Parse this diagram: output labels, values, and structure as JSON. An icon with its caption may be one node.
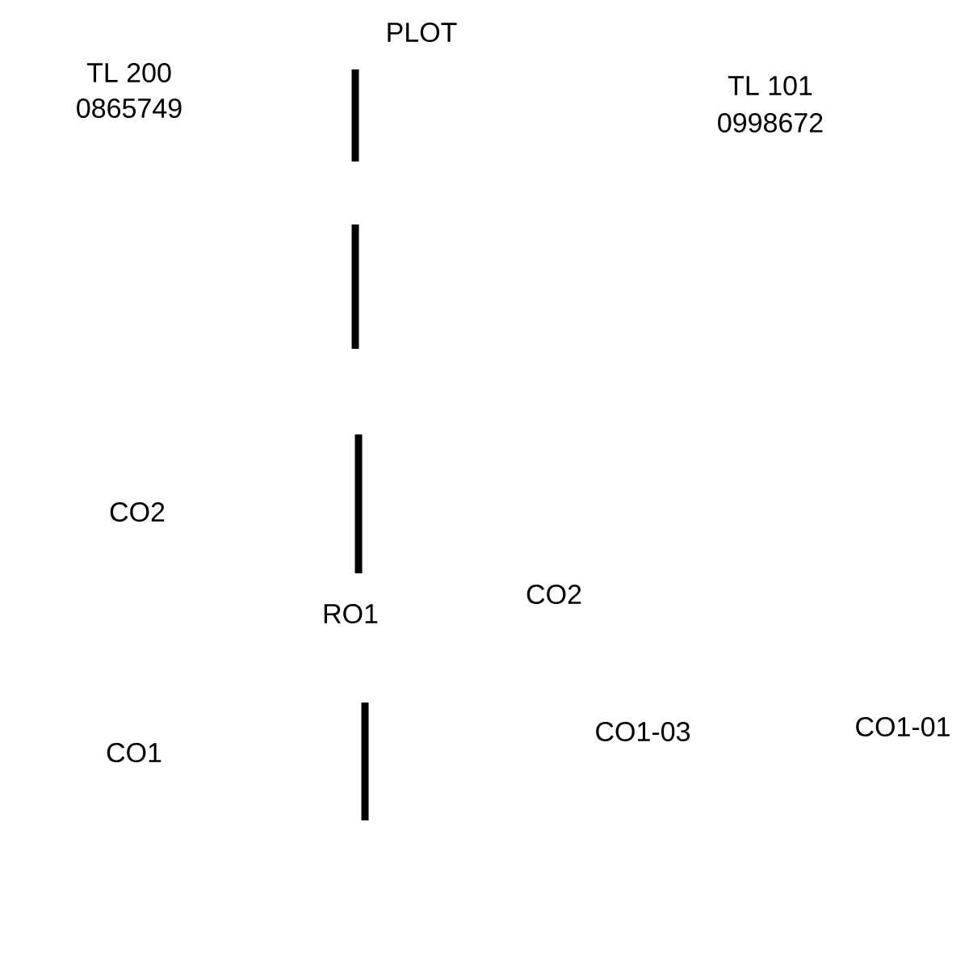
{
  "diagram": {
    "labels": [
      "PLOT",
      "TL 200",
      "0865749",
      "TL 101",
      "0998672",
      "CO2",
      "RO1",
      "CO2",
      "CO1",
      "CO1-03",
      "CO1-01"
    ]
  }
}
